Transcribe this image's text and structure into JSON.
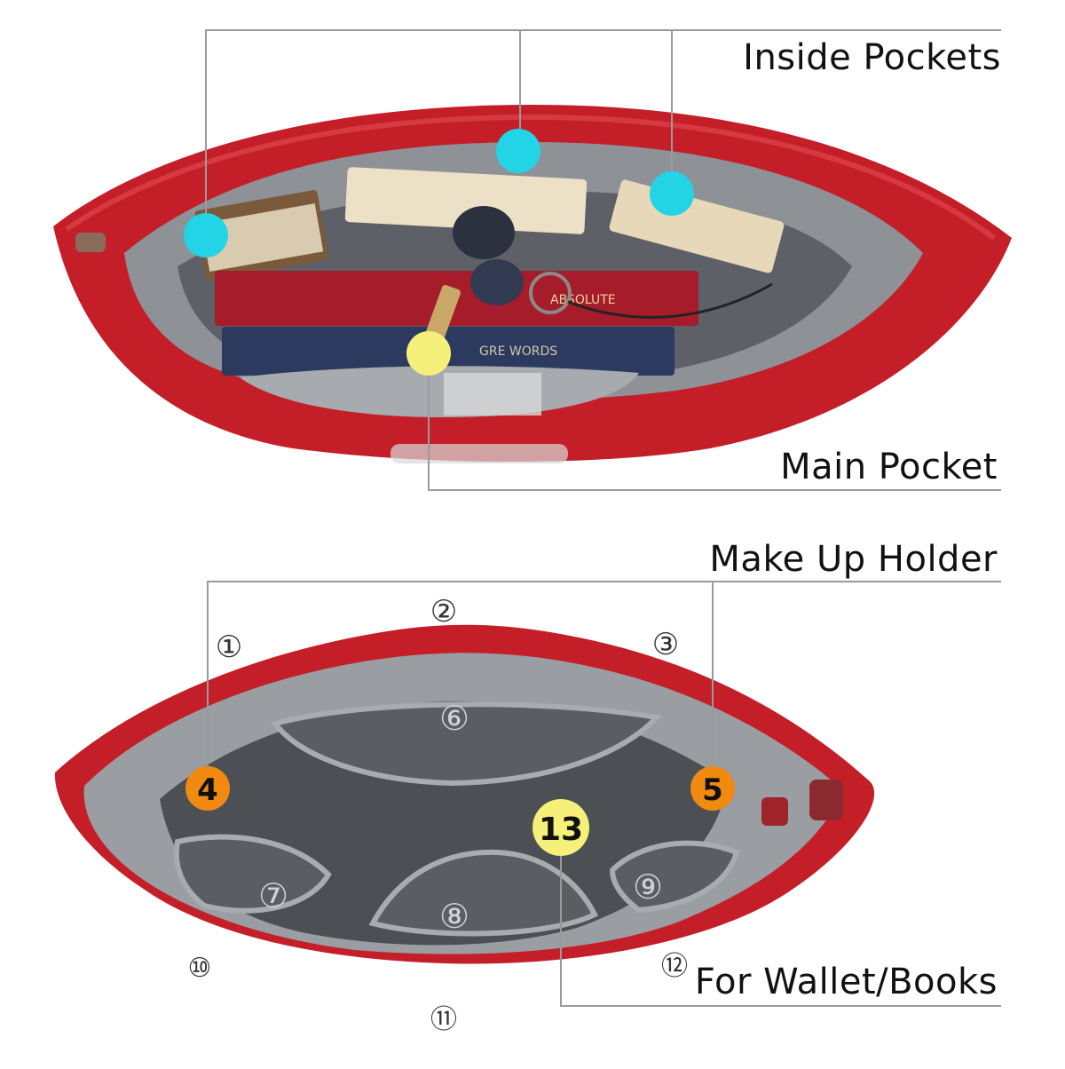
{
  "labels": {
    "inside_pockets": "Inside Pockets",
    "main_pocket": "Main Pocket",
    "make_up_holder": "Make Up Holder",
    "wallet_books": "For Wallet/Books"
  },
  "markers": {
    "m4": "4",
    "m5": "5",
    "m13": "13"
  },
  "pocket_numbers": {
    "n1": "①",
    "n2": "②",
    "n3": "③",
    "n6": "⑥",
    "n7": "⑦",
    "n8": "⑧",
    "n9": "⑨",
    "n10": "⑩",
    "n11": "⑪",
    "n12": "⑫"
  },
  "book_spines": {
    "red_book": "ABSOLUTE",
    "blue_book": "GRE WORDS"
  },
  "colors": {
    "bag_red": "#c8202a",
    "lining_gray": "#8f9296",
    "dark_interior": "#4a4c50",
    "marker_cyan": "#22d4e6",
    "marker_yellow": "#f5f07a",
    "marker_orange": "#f08a10",
    "leader_line": "#9a9a9a"
  }
}
